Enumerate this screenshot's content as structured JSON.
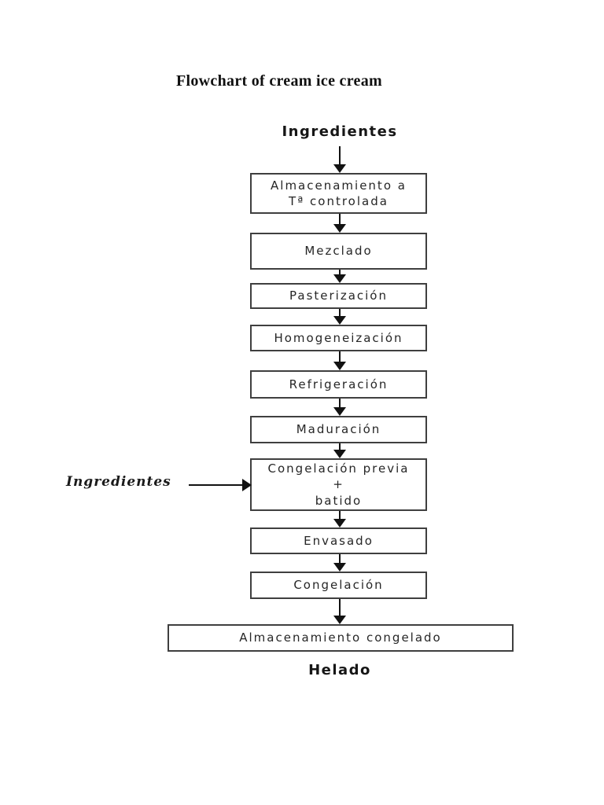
{
  "document": {
    "title": "Flowchart of cream ice cream"
  },
  "flowchart": {
    "start_label": "Ingredientes",
    "side_input_label": "Ingredientes",
    "end_label": "Helado",
    "boxes": [
      {
        "label": "Almacenamiento a\nTª controlada"
      },
      {
        "label": "Mezclado"
      },
      {
        "label": "Pasterización"
      },
      {
        "label": "Homogeneización"
      },
      {
        "label": "Refrigeración"
      },
      {
        "label": "Maduración"
      },
      {
        "label": "Congelación previa\n+\nbatido"
      },
      {
        "label": "Envasado"
      },
      {
        "label": "Congelación"
      },
      {
        "label": "Almacenamiento congelado"
      }
    ],
    "colors": {
      "ink": "#121212",
      "box_border": "#3f3f3f",
      "text": "#262626",
      "background": "#ffffff"
    }
  }
}
